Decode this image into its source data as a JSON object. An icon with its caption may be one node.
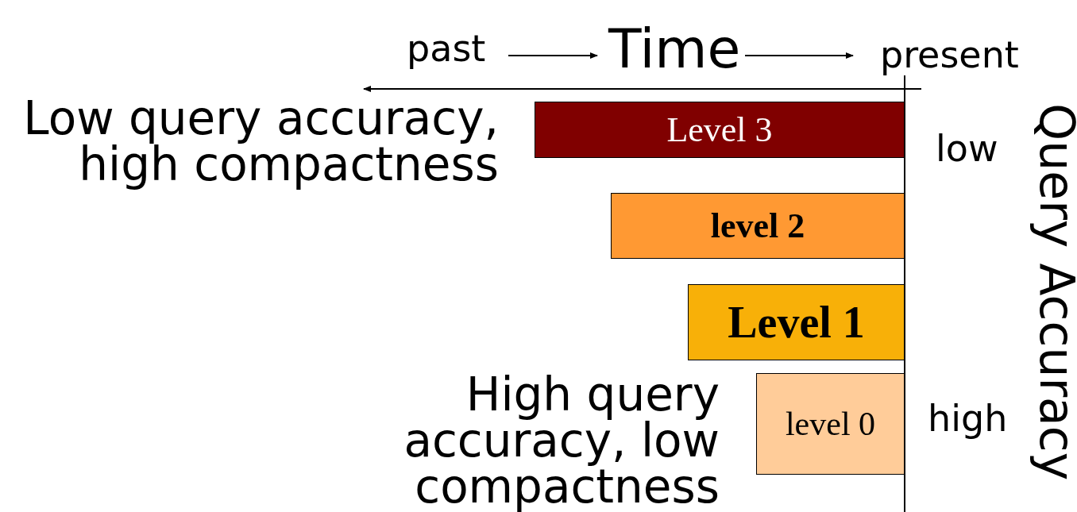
{
  "diagram": {
    "nodes": [
      {
        "text": [
          "Level 3"
        ]
      },
      {
        "text": [
          "level 2"
        ]
      },
      {
        "text": [
          "Level 1"
        ]
      },
      {
        "text": [
          "level 0"
        ]
      }
    ],
    "labels": [
      "past",
      "Time",
      "present",
      "Low query accuracy, high compactness",
      "low",
      "Query Accuracy",
      "High query accuracy, low compactness",
      "high"
    ]
  }
}
